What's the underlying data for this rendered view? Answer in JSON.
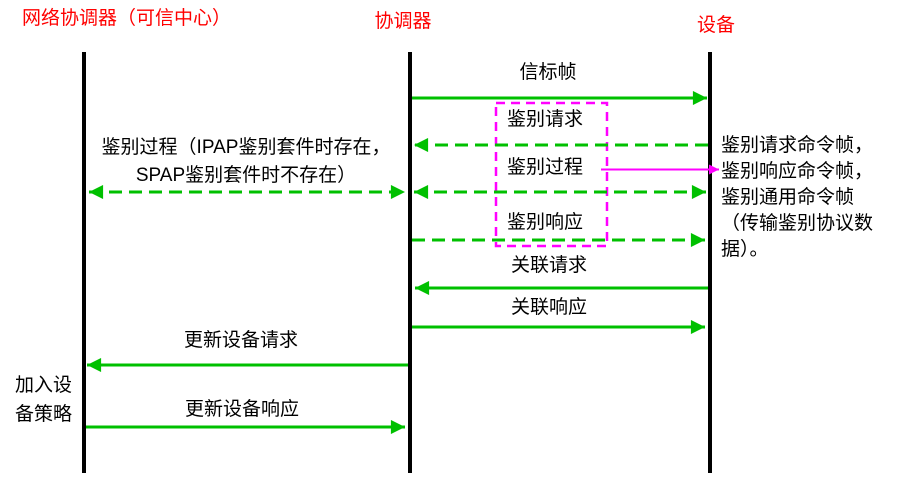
{
  "diagram": {
    "actors": [
      {
        "label": "网络协调器（可信中心）"
      },
      {
        "label": "协调器"
      },
      {
        "label": "设备"
      }
    ],
    "messages": [
      {
        "label": "信标帧",
        "from": "协调器",
        "to": "设备",
        "line": "solid",
        "direction": "right"
      },
      {
        "label": "鉴别请求",
        "from": "设备",
        "to": "协调器",
        "line": "dashed",
        "direction": "left"
      },
      {
        "label": "鉴别过程",
        "from": "协调器",
        "to": "设备",
        "line": "dashed",
        "direction": "both"
      },
      {
        "label": "鉴别响应",
        "from": "协调器",
        "to": "设备",
        "line": "dashed",
        "direction": "right"
      },
      {
        "label": "关联请求",
        "from": "设备",
        "to": "协调器",
        "line": "solid",
        "direction": "left"
      },
      {
        "label": "关联响应",
        "from": "协调器",
        "to": "设备",
        "line": "solid",
        "direction": "right"
      },
      {
        "label": "更新设备请求",
        "from": "协调器",
        "to": "网络协调器",
        "line": "solid",
        "direction": "left"
      },
      {
        "label": "更新设备响应",
        "from": "网络协调器",
        "to": "协调器",
        "line": "solid",
        "direction": "right"
      }
    ],
    "auth_span_note": {
      "line1": "鉴别过程（IPAP鉴别套件时存在，",
      "line2": "SPAP鉴别套件时不存在）",
      "line": "dashed",
      "direction": "both"
    },
    "join_policy_note": {
      "line1": "加入设",
      "line2": "备策略"
    },
    "right_note": {
      "lines": [
        "鉴别请求命令帧，",
        "鉴别响应命令帧，",
        "鉴别通用命令帧",
        "（传输鉴别协议数",
        "据）。"
      ]
    },
    "colors": {
      "arrow_green": "#00c000",
      "highlight_magenta": "#ff00ff",
      "actor_red": "#ff0000",
      "lifeline_black": "#000000"
    }
  }
}
